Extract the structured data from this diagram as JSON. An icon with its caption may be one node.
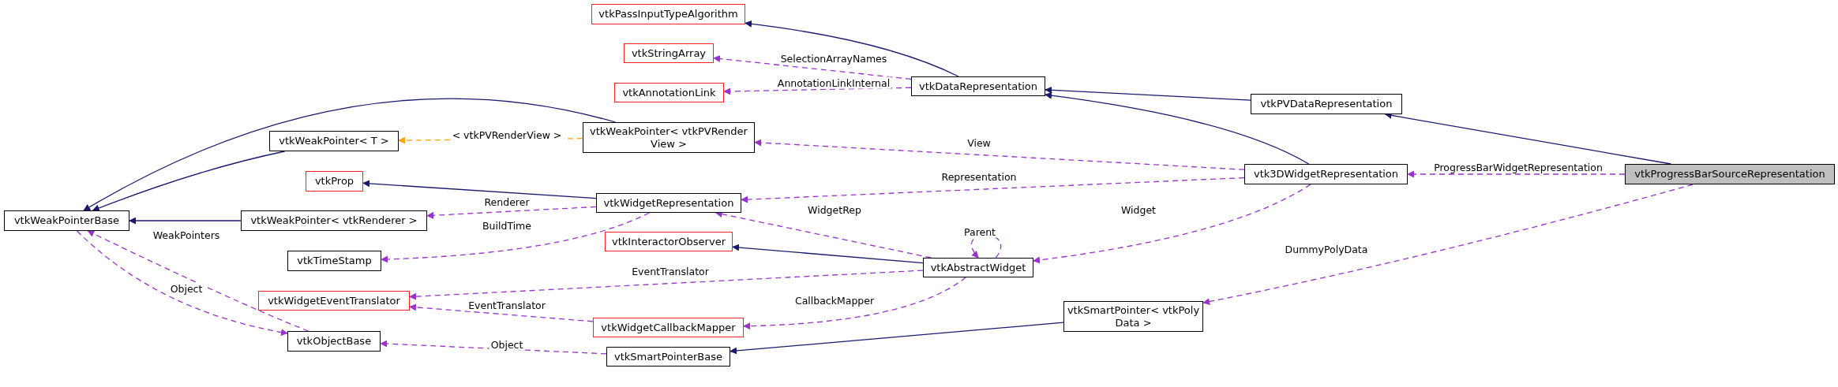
{
  "diagram": {
    "nodes": [
      {
        "text": [
          "vtkPassInputTypeAlgorithm"
        ]
      },
      {
        "text": [
          "vtkStringArray"
        ]
      },
      {
        "text": [
          "vtkAnnotationLink"
        ]
      },
      {
        "text": [
          "vtkDataRepresentation"
        ]
      },
      {
        "text": [
          "vtkPVDataRepresentation"
        ]
      },
      {
        "text": [
          "vtkWeakPointer< T >"
        ]
      },
      {
        "text": [
          "vtkWeakPointer< vtkPVRender View >"
        ]
      },
      {
        "text": [
          "vtkProp"
        ]
      },
      {
        "text": [
          "vtk3DWidgetRepresentation"
        ]
      },
      {
        "text": [
          "vtkProgressBarSourceRepresentation"
        ]
      },
      {
        "text": [
          "vtkWeakPointerBase"
        ]
      },
      {
        "text": [
          "vtkWeakPointer< vtkRenderer >"
        ]
      },
      {
        "text": [
          "vtkWidgetRepresentation"
        ]
      },
      {
        "text": [
          "vtkTimeStamp"
        ]
      },
      {
        "text": [
          "vtkInteractorObserver"
        ]
      },
      {
        "text": [
          "vtkWidgetEventTranslator"
        ]
      },
      {
        "text": [
          "vtkAbstractWidget"
        ]
      },
      {
        "text": [
          "vtkSmartPointer< vtkPoly Data >"
        ]
      },
      {
        "text": [
          "vtkWidgetCallbackMapper"
        ]
      },
      {
        "text": [
          "vtkObjectBase"
        ]
      },
      {
        "text": [
          "vtkSmartPointerBase"
        ]
      }
    ],
    "edges": [
      {
        "from": 3,
        "to": 0,
        "arrow": "to",
        "color": "#191970"
      },
      {
        "from": 4,
        "to": 3,
        "arrow": "to",
        "color": "#191970"
      },
      {
        "from": 8,
        "to": 3,
        "arrow": "to",
        "color": "#191970"
      },
      {
        "from": 9,
        "to": 4,
        "arrow": "to",
        "color": "#191970"
      },
      {
        "from": 3,
        "to": 1,
        "arrow": "to",
        "style": "dashed",
        "label": "SelectionArrayNames"
      },
      {
        "from": 3,
        "to": 2,
        "arrow": "to",
        "style": "dashed",
        "label": "AnnotationLinkInternal"
      },
      {
        "from": 6,
        "to": 10,
        "arrow": "to",
        "color": "#191970"
      },
      {
        "from": 6,
        "to": 5,
        "arrow": "to",
        "style": "dashed",
        "color": "#ffa500",
        "label": "< vtkPVRenderView >"
      },
      {
        "from": 8,
        "to": 6,
        "arrow": "to",
        "style": "dashed",
        "label": "View"
      },
      {
        "from": 5,
        "to": 10,
        "arrow": "to",
        "color": "#191970"
      },
      {
        "from": 12,
        "to": 7,
        "arrow": "to",
        "color": "#191970"
      },
      {
        "from": 8,
        "to": 12,
        "arrow": "to",
        "style": "dashed",
        "label": "Representation"
      },
      {
        "from": 9,
        "to": 8,
        "arrow": "to",
        "style": "dashed",
        "label": "ProgressBarWidgetRepresentation"
      },
      {
        "from": 11,
        "to": 10,
        "arrow": "to",
        "color": "#191970"
      },
      {
        "from": 12,
        "to": 11,
        "arrow": "to",
        "style": "dashed",
        "label": "Renderer"
      },
      {
        "from": 12,
        "to": 13,
        "arrow": "to",
        "style": "dashed",
        "label": "BuildTime"
      },
      {
        "from": 16,
        "to": 12,
        "arrow": "to",
        "style": "dashed",
        "label": "WidgetRep"
      },
      {
        "from": 16,
        "to": 16,
        "arrow": "to",
        "style": "dashed",
        "label": "Parent"
      },
      {
        "from": 8,
        "to": 16,
        "arrow": "to",
        "style": "dashed",
        "label": "Widget"
      },
      {
        "from": 16,
        "to": 14,
        "arrow": "to",
        "color": "#191970"
      },
      {
        "from": 19,
        "to": 10,
        "arrow": "to",
        "style": "dashed",
        "label": "WeakPointers"
      },
      {
        "from": 10,
        "to": 19,
        "arrow": "to",
        "style": "dashed",
        "label": "Object"
      },
      {
        "from": 16,
        "to": 15,
        "arrow": "to",
        "style": "dashed",
        "label": "EventTranslator"
      },
      {
        "from": 9,
        "to": 17,
        "arrow": "to",
        "style": "dashed",
        "label": "DummyPolyData"
      },
      {
        "from": 18,
        "to": 15,
        "arrow": "to",
        "style": "dashed",
        "label": "EventTranslator"
      },
      {
        "from": 16,
        "to": 18,
        "arrow": "to",
        "style": "dashed",
        "label": "CallbackMapper"
      },
      {
        "from": 17,
        "to": 20,
        "arrow": "to",
        "color": "#191970"
      },
      {
        "from": 20,
        "to": 19,
        "arrow": "to",
        "style": "dashed",
        "label": "Object"
      }
    ]
  }
}
